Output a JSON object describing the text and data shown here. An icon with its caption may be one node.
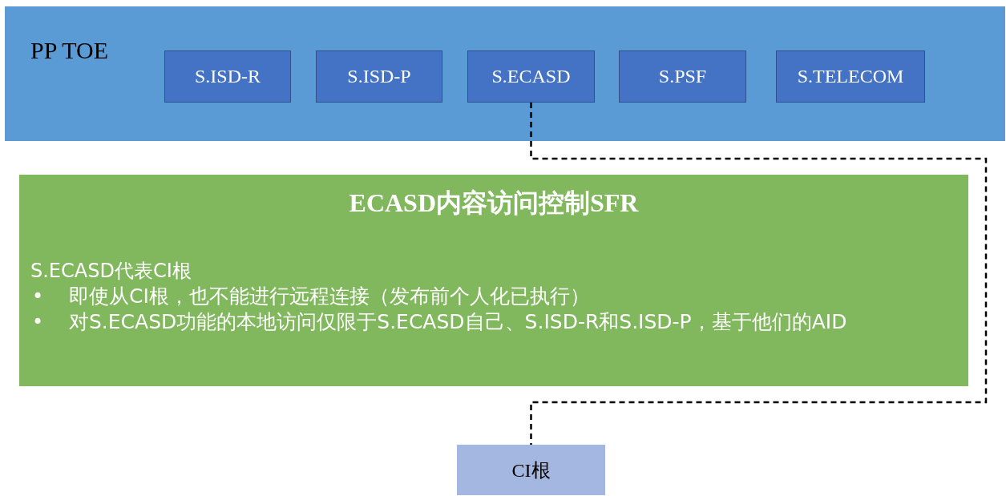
{
  "diagram": {
    "nodes": [
      {
        "text": [
          "PP TOE"
        ]
      },
      {
        "text": [
          "S.ISD-R"
        ],
        "in": 0
      },
      {
        "text": [
          "S.ISD-P"
        ],
        "in": 0
      },
      {
        "text": [
          "S.ECASD"
        ],
        "in": 0
      },
      {
        "text": [
          "S.PSF"
        ],
        "in": 0
      },
      {
        "text": [
          "S.TELECOM"
        ],
        "in": 0
      },
      {
        "text": [
          "ECASD内容访问控制SFR",
          "S.ECASD代表CI根",
          "即使从CI根，也不能进行远程连接（发布前个人化已执行）",
          "对S.ECASD功能的本地访问仅限于S.ECASD自己、S.ISD-R和S.ISD-P，基于他们的AID"
        ]
      },
      {
        "text": [
          "CI根"
        ]
      }
    ],
    "edges": [
      {
        "from": 3,
        "to": 7,
        "arrow": "none",
        "style": "dashed"
      }
    ],
    "labels": [
      "•",
      "•"
    ]
  }
}
